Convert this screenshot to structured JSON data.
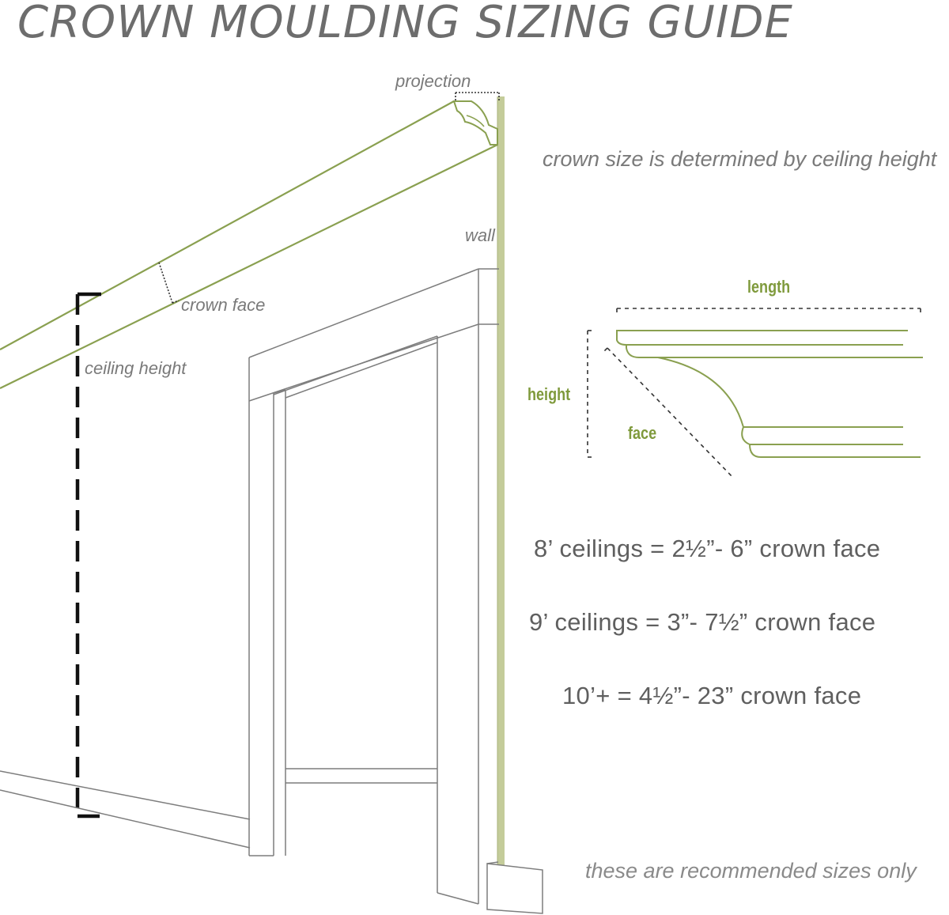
{
  "title": "CROWN MOULDING SIZING GUIDE",
  "labels": {
    "projection": "projection",
    "subtitle": "crown size is determined by ceiling height",
    "wall": "wall",
    "crown_face": "crown face",
    "ceiling_height": "ceiling height"
  },
  "profile_labels": {
    "length": "length",
    "height": "height",
    "face": "face"
  },
  "recommendations": [
    "8’ ceilings = 2½”- 6” crown face",
    "9’ ceilings = 3”- 7½” crown face",
    "10’+ = 4½”- 23” crown face"
  ],
  "footnote": "these are recommended sizes only",
  "colors": {
    "accent_green": "#8aa050",
    "wall_green": "#c4cc9a",
    "label_green": "#7f9a3c",
    "text_gray": "#6d6d6d"
  }
}
